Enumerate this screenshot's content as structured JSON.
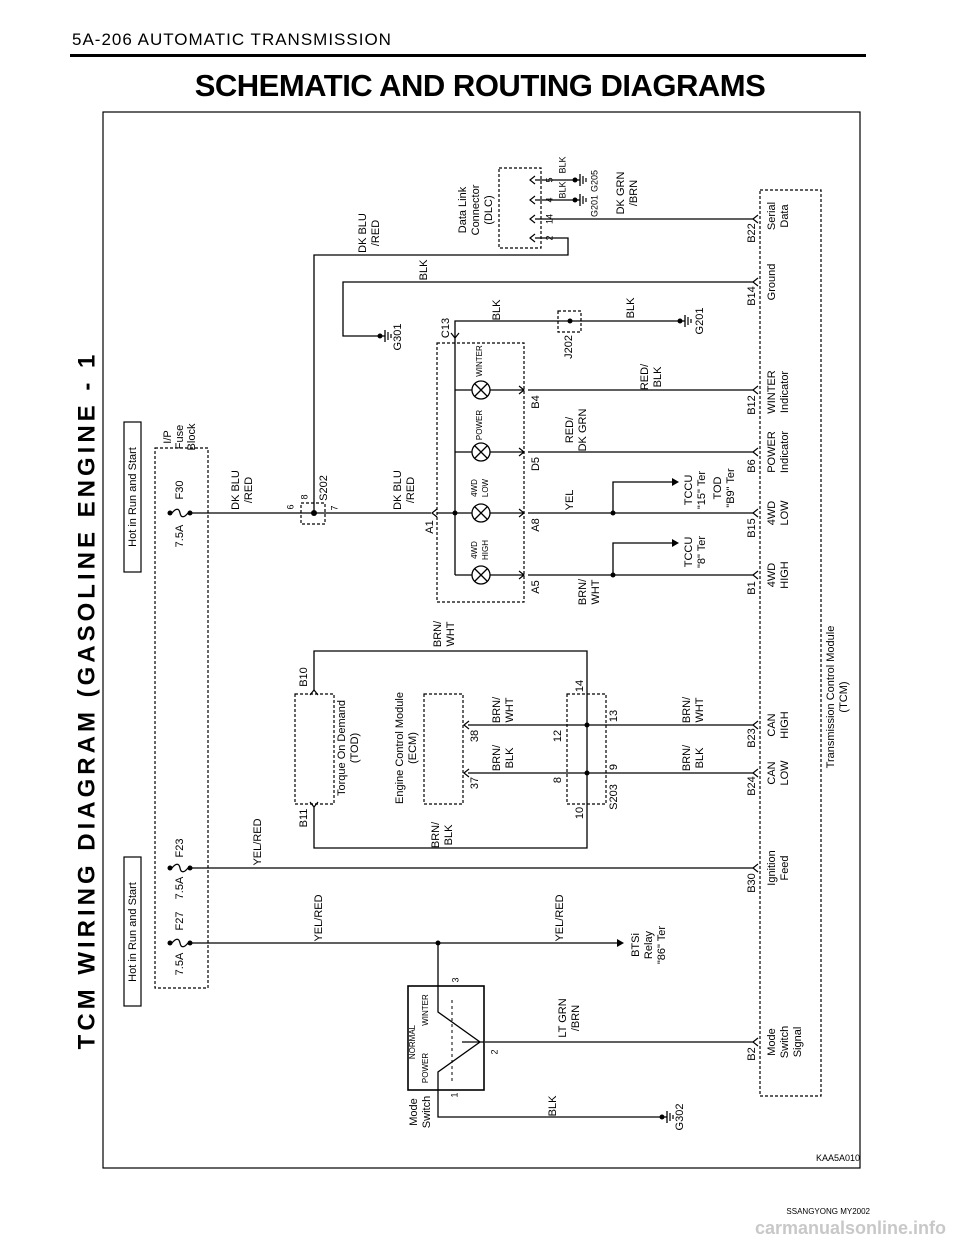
{
  "header": {
    "section": "5A-206  AUTOMATIC TRANSMISSION",
    "title": "SCHEMATIC AND ROUTING DIAGRAMS",
    "side_title": "TCM WIRING DIAGRAM  (GASOLINE  ENGINE  -  1",
    "footer": "SSANGYONG  MY2002",
    "watermark": "carmanualsonline.info"
  },
  "diagram": {
    "figure_id": "KAA5A010",
    "hot_label": "Hot in Run and Start",
    "fuse_block": [
      "I/P",
      "Fuse",
      "Block"
    ],
    "fuses": {
      "f30": {
        "name": "F30",
        "rating": "7.5A"
      },
      "f23": {
        "name": "F23",
        "rating": "7.5A"
      },
      "f27": {
        "name": "F27",
        "rating": "7.5A"
      }
    },
    "wires": {
      "dkblu_red": [
        "DK BLU",
        "/RED"
      ],
      "blk": "BLK",
      "dkgrn_brn": [
        "DK GRN",
        "/BRN"
      ],
      "red_blk": [
        "RED/",
        "BLK"
      ],
      "red_dkgrn": [
        "RED/",
        "DK GRN"
      ],
      "yel": "YEL",
      "brn_wht": [
        "BRN/",
        "WHT"
      ],
      "brn_blk": [
        "BRN/",
        "BLK"
      ],
      "yel_red": "YEL/RED",
      "ltgrn_brn": [
        "LT GRN",
        "/BRN"
      ]
    },
    "splices": {
      "s202": "S202",
      "s203": "S203",
      "j202": "J202"
    },
    "s202_pins": [
      "6",
      "8",
      "7"
    ],
    "s203_pins": [
      "14",
      "13",
      "12",
      "8",
      "9",
      "10"
    ],
    "grounds": {
      "g201": "G201",
      "g205": "G205",
      "g301": "G301",
      "g302": "G302"
    },
    "dlc": {
      "label": [
        "Data Link",
        "Connector",
        "(DLC)"
      ],
      "pins": [
        "5",
        "4",
        "14",
        "2"
      ]
    },
    "lamps": {
      "winter": "WINTER",
      "power": "POWER",
      "low": [
        "4WD",
        "LOW"
      ],
      "high": [
        "4WD",
        "HIGH"
      ],
      "pins": {
        "c13": "C13",
        "a1": "A1",
        "b4": "B4",
        "d5": "D5",
        "a8": "A8",
        "a5": "A5"
      }
    },
    "tccu": {
      "ter15": [
        "TCCU",
        "\"15\" Ter"
      ],
      "tod_b9": [
        "TOD",
        "\"B9\" Ter"
      ],
      "ter8": [
        "TCCU",
        "\"8\" Ter"
      ]
    },
    "tod": {
      "label": [
        "Torque On Demand",
        "(TOD)"
      ],
      "pins": [
        "B10",
        "B11"
      ]
    },
    "ecm": {
      "label": [
        "Engine Control Module",
        "(ECM)"
      ],
      "pins": [
        "38",
        "37"
      ]
    },
    "btsi": [
      "BTSi",
      "Relay",
      "\"86\" Ter"
    ],
    "mode_switch": {
      "label": [
        "Mode",
        "Switch"
      ],
      "positions": [
        "NORMAL",
        "WINTER",
        "POWER"
      ],
      "pins": [
        "1",
        "2",
        "3"
      ]
    },
    "tcm": {
      "label": [
        "Transmission Control Module",
        "(TCM)"
      ],
      "pins": [
        {
          "pin": "B22",
          "func": [
            "Serial",
            "Data"
          ]
        },
        {
          "pin": "B14",
          "func": [
            "Ground"
          ]
        },
        {
          "pin": "B12",
          "func": [
            "WINTER",
            "Indicator"
          ]
        },
        {
          "pin": "B6",
          "func": [
            "POWER",
            "Indicator"
          ]
        },
        {
          "pin": "B15",
          "func": [
            "4WD",
            "LOW"
          ]
        },
        {
          "pin": "B1",
          "func": [
            "4WD",
            "HIGH"
          ]
        },
        {
          "pin": "B23",
          "func": [
            "CAN",
            "HIGH"
          ]
        },
        {
          "pin": "B24",
          "func": [
            "CAN",
            "LOW"
          ]
        },
        {
          "pin": "B30",
          "func": [
            "Ignition",
            "Feed"
          ]
        },
        {
          "pin": "B2",
          "func": [
            "Mode",
            "Switch",
            "Signal"
          ]
        }
      ]
    }
  }
}
